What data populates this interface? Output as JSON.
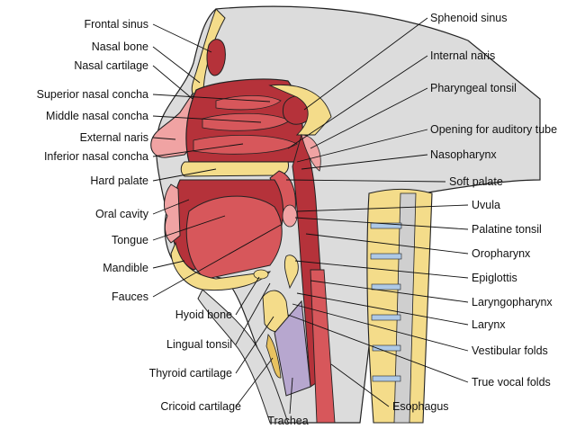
{
  "labels_left": [
    {
      "id": "frontal-sinus",
      "text": "Frontal sinus"
    },
    {
      "id": "nasal-bone",
      "text": "Nasal bone"
    },
    {
      "id": "nasal-cartilage",
      "text": "Nasal cartilage"
    },
    {
      "id": "superior-nasal-concha",
      "text": "Superior nasal concha"
    },
    {
      "id": "middle-nasal-concha",
      "text": "Middle nasal concha"
    },
    {
      "id": "external-naris",
      "text": "External naris"
    },
    {
      "id": "inferior-nasal-concha",
      "text": "Inferior nasal concha"
    },
    {
      "id": "hard-palate",
      "text": "Hard palate"
    },
    {
      "id": "oral-cavity",
      "text": "Oral cavity"
    },
    {
      "id": "tongue",
      "text": "Tongue"
    },
    {
      "id": "mandible",
      "text": "Mandible"
    },
    {
      "id": "fauces",
      "text": "Fauces"
    }
  ],
  "labels_bottom": [
    {
      "id": "hyoid-bone",
      "text": "Hyoid bone"
    },
    {
      "id": "lingual-tonsil",
      "text": "Lingual tonsil"
    },
    {
      "id": "thyroid-cartilage",
      "text": "Thyroid cartilage"
    },
    {
      "id": "cricoid-cartilage",
      "text": "Cricoid cartilage"
    },
    {
      "id": "trachea",
      "text": "Trachea"
    },
    {
      "id": "esophagus",
      "text": "Esophagus"
    }
  ],
  "labels_right": [
    {
      "id": "sphenoid-sinus",
      "text": "Sphenoid sinus"
    },
    {
      "id": "internal-naris",
      "text": "Internal naris"
    },
    {
      "id": "pharyngeal-tonsil",
      "text": "Pharyngeal tonsil"
    },
    {
      "id": "opening-auditory-tube",
      "text": "Opening for auditory tube"
    },
    {
      "id": "nasopharynx",
      "text": "Nasopharynx"
    },
    {
      "id": "soft-palate",
      "text": "Soft palate"
    },
    {
      "id": "uvula",
      "text": "Uvula"
    },
    {
      "id": "palatine-tonsil",
      "text": "Palatine tonsil"
    },
    {
      "id": "oropharynx",
      "text": "Oropharynx"
    },
    {
      "id": "epiglottis",
      "text": "Epiglottis"
    },
    {
      "id": "laryngopharynx",
      "text": "Laryngopharynx"
    },
    {
      "id": "larynx",
      "text": "Larynx"
    },
    {
      "id": "vestibular-folds",
      "text": "Vestibular folds"
    },
    {
      "id": "true-vocal-folds",
      "text": "True vocal folds"
    }
  ],
  "colors": {
    "tissue_red": "#b5323a",
    "tissue_light": "#d7575b",
    "mucosa_pink": "#f0a3a3",
    "bone_yellow": "#f4dc8a",
    "bone_dark": "#e8c260",
    "skin_gray": "#d9d9d9",
    "trachea_lavender": "#b7a7cf",
    "vertebra_blue": "#aec9e6"
  }
}
